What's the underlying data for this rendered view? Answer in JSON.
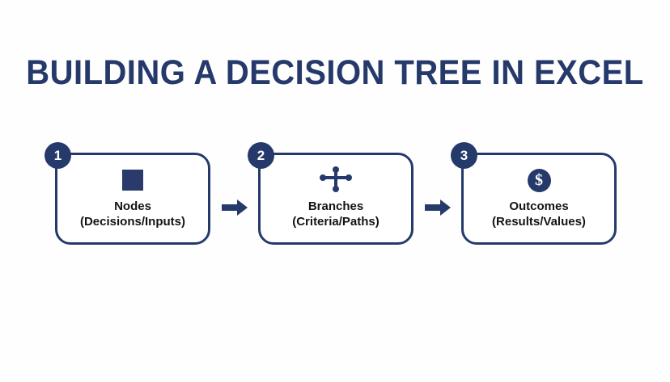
{
  "page": {
    "title": "BUILDING A DECISION TREE IN EXCEL",
    "background_color": "#fefefe",
    "accent_color": "#253a6b",
    "text_color": "#141414"
  },
  "flow": {
    "steps": [
      {
        "number": "1",
        "icon": "filled-square-icon",
        "title": "Nodes",
        "subtitle": "(Decisions/Inputs)"
      },
      {
        "number": "2",
        "icon": "branch-cross-icon",
        "title": "Branches",
        "subtitle": "(Criteria/Paths)"
      },
      {
        "number": "3",
        "icon": "dollar-circle-icon",
        "title": "Outcomes",
        "subtitle": "(Results/Values)"
      }
    ],
    "connectors": [
      {
        "icon": "arrow-right-icon"
      },
      {
        "icon": "arrow-right-icon"
      }
    ],
    "dollar_glyph": "$"
  }
}
